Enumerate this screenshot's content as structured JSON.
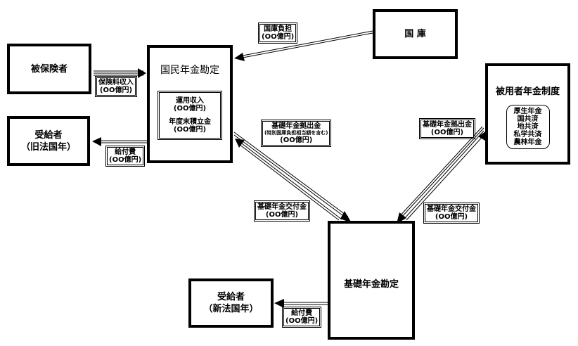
{
  "nodes": {
    "insured": {
      "label": "被保険者"
    },
    "recipients_old": {
      "line1": "受給者",
      "line2": "（旧法国年）"
    },
    "national_pension_account": {
      "title": "国民年金勘定",
      "inner": [
        "運用収入",
        "(OO億円)",
        "年度末積立金",
        "(OO億円)"
      ]
    },
    "treasury": {
      "label": "国 庫"
    },
    "employee_pension": {
      "title": "被用者年金制度",
      "members": [
        "厚生年金",
        "国共済",
        "地共済",
        "私学共済",
        "農林年金"
      ]
    },
    "basic_pension_account": {
      "title": "基礎年金勘定"
    },
    "recipients_new": {
      "line1": "受給者",
      "line2": "（新法国年）"
    }
  },
  "flows": {
    "premium_income": {
      "line1": "保険料収入",
      "line2": "(OO億円)"
    },
    "benefits_old": {
      "line1": "給付費",
      "line2": "(OO億円)"
    },
    "state_subsidy": {
      "line1": "国庫負担",
      "line2": "(OO億円)"
    },
    "basic_contribution_np": {
      "line1": "基礎年金拠出金",
      "note": "(特別国庫負担相当額を含む)",
      "line2": "(OO億円)"
    },
    "basic_grant_np": {
      "line1": "基礎年金交付金",
      "line2": "(OO億円)"
    },
    "basic_contribution_emp": {
      "line1": "基礎年金拠出金",
      "line2": "(OO億円)"
    },
    "basic_grant_emp": {
      "line1": "基礎年金交付金",
      "line2": "(OO億円)"
    },
    "benefits_new": {
      "line1": "給付費",
      "line2": "(OO億円)"
    }
  }
}
